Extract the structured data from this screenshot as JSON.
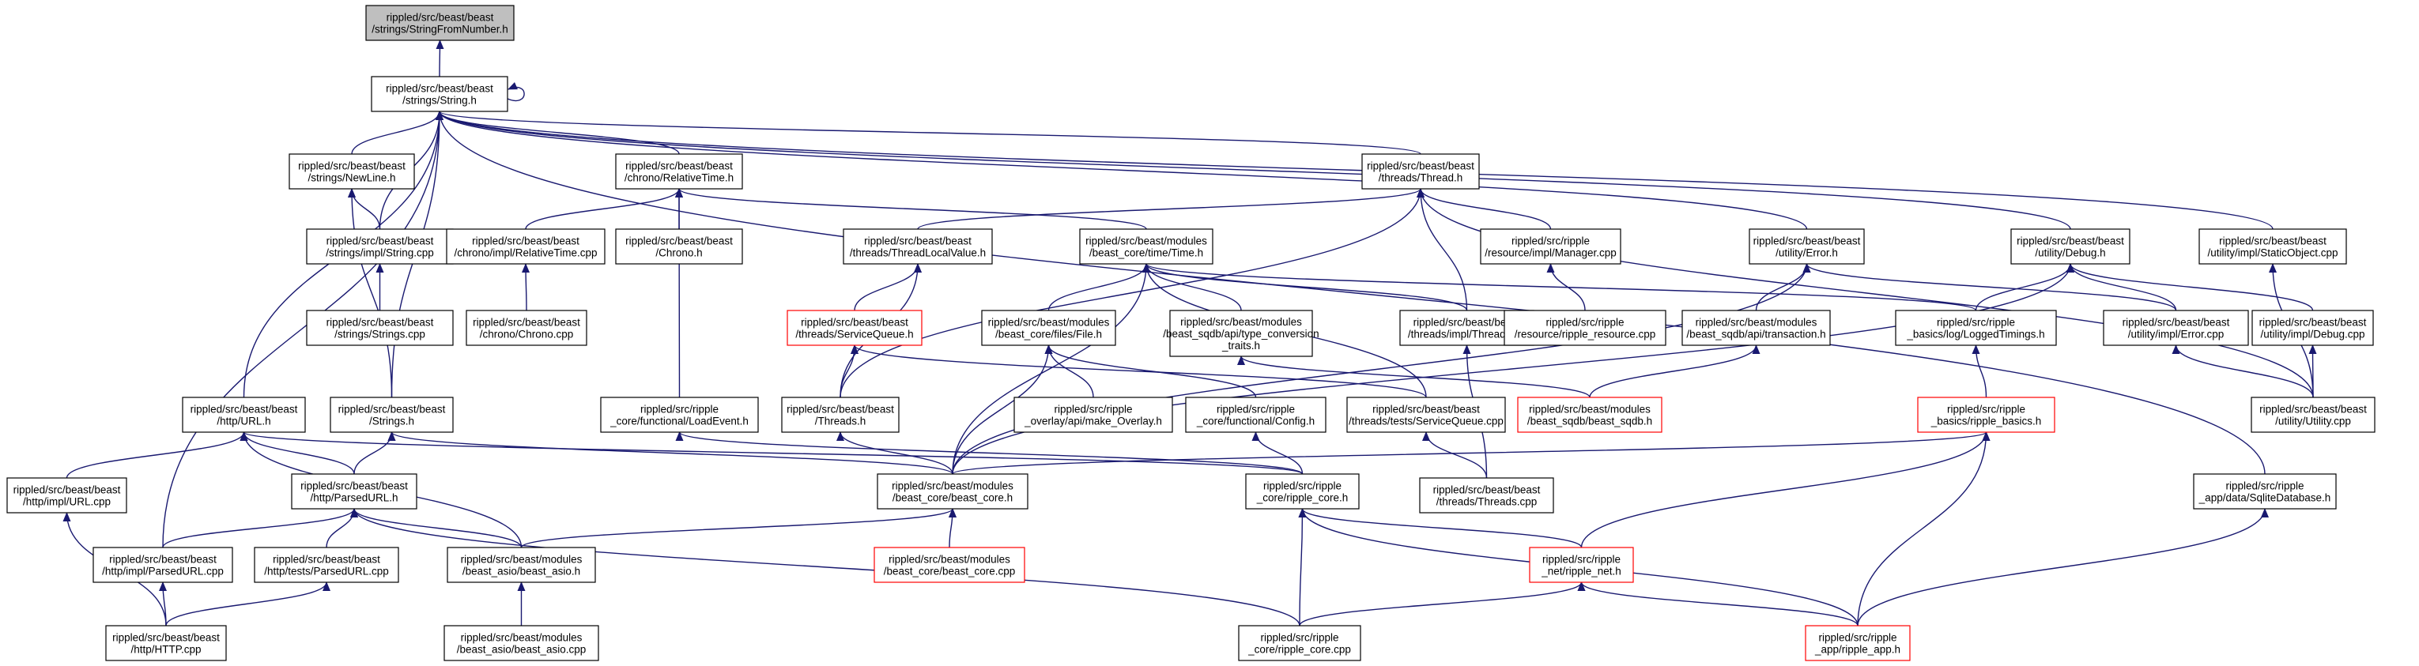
{
  "colors": {
    "edge": "#191970",
    "border": "#000000",
    "highlight_border": "#ff0000",
    "root_fill": "#bfbfbf",
    "background": "#ffffff"
  },
  "nodes": [
    {
      "id": "StringFromNumber",
      "lines": [
        "rippled/src/beast/beast",
        "/strings/StringFromNumber.h"
      ],
      "style": "root"
    },
    {
      "id": "String_h",
      "lines": [
        "rippled/src/beast/beast",
        "/strings/String.h"
      ]
    },
    {
      "id": "NewLine",
      "lines": [
        "rippled/src/beast/beast",
        "/strings/NewLine.h"
      ]
    },
    {
      "id": "RelativeTime",
      "lines": [
        "rippled/src/beast/beast",
        "/chrono/RelativeTime.h"
      ]
    },
    {
      "id": "Thread_h",
      "lines": [
        "rippled/src/beast/beast",
        "/threads/Thread.h"
      ]
    },
    {
      "id": "String_cpp",
      "lines": [
        "rippled/src/beast/beast",
        "/strings/impl/String.cpp"
      ]
    },
    {
      "id": "RelativeTime_cpp",
      "lines": [
        "rippled/src/beast/beast",
        "/chrono/impl/RelativeTime.cpp"
      ]
    },
    {
      "id": "Chrono_h",
      "lines": [
        "rippled/src/beast/beast",
        "/Chrono.h"
      ]
    },
    {
      "id": "ThreadLocalValue",
      "lines": [
        "rippled/src/beast/beast",
        "/threads/ThreadLocalValue.h"
      ]
    },
    {
      "id": "Time_h",
      "lines": [
        "rippled/src/beast/modules",
        "/beast_core/time/Time.h"
      ]
    },
    {
      "id": "Manager_cpp",
      "lines": [
        "rippled/src/ripple",
        "/resource/impl/Manager.cpp"
      ]
    },
    {
      "id": "Error_h",
      "lines": [
        "rippled/src/beast/beast",
        "/utility/Error.h"
      ]
    },
    {
      "id": "Debug_h",
      "lines": [
        "rippled/src/beast/beast",
        "/utility/Debug.h"
      ]
    },
    {
      "id": "StaticObject",
      "lines": [
        "rippled/src/beast/beast",
        "/utility/impl/StaticObject.cpp"
      ]
    },
    {
      "id": "Strings_cpp",
      "lines": [
        "rippled/src/beast/beast",
        "/strings/Strings.cpp"
      ]
    },
    {
      "id": "Chrono_cpp",
      "lines": [
        "rippled/src/beast/beast",
        "/chrono/Chrono.cpp"
      ]
    },
    {
      "id": "ServiceQueue_h",
      "lines": [
        "rippled/src/beast/beast",
        "/threads/ServiceQueue.h"
      ],
      "style": "red"
    },
    {
      "id": "File_h",
      "lines": [
        "rippled/src/beast/modules",
        "/beast_core/files/File.h"
      ]
    },
    {
      "id": "type_conversion",
      "lines": [
        "rippled/src/beast/modules",
        "/beast_sqdb/api/type_conversion",
        "_traits.h"
      ]
    },
    {
      "id": "Thread_cpp",
      "lines": [
        "rippled/src/beast/beast",
        "/threads/impl/Thread.cpp"
      ]
    },
    {
      "id": "ripple_resource",
      "lines": [
        "rippled/src/ripple",
        "/resource/ripple_resource.cpp"
      ]
    },
    {
      "id": "transaction",
      "lines": [
        "rippled/src/beast/modules",
        "/beast_sqdb/api/transaction.h"
      ]
    },
    {
      "id": "LoggedTimings",
      "lines": [
        "rippled/src/ripple",
        "_basics/log/LoggedTimings.h"
      ]
    },
    {
      "id": "Error_cpp",
      "lines": [
        "rippled/src/beast/beast",
        "/utility/impl/Error.cpp"
      ]
    },
    {
      "id": "Debug_cpp",
      "lines": [
        "rippled/src/beast/beast",
        "/utility/impl/Debug.cpp"
      ]
    },
    {
      "id": "URL_h",
      "lines": [
        "rippled/src/beast/beast",
        "/http/URL.h"
      ]
    },
    {
      "id": "Strings_h",
      "lines": [
        "rippled/src/beast/beast",
        "/Strings.h"
      ]
    },
    {
      "id": "LoadEvent",
      "lines": [
        "rippled/src/ripple",
        "_core/functional/LoadEvent.h"
      ]
    },
    {
      "id": "Threads_h",
      "lines": [
        "rippled/src/beast/beast",
        "/Threads.h"
      ]
    },
    {
      "id": "make_Overlay",
      "lines": [
        "rippled/src/ripple",
        "_overlay/api/make_Overlay.h"
      ]
    },
    {
      "id": "Config_h",
      "lines": [
        "rippled/src/ripple",
        "_core/functional/Config.h"
      ]
    },
    {
      "id": "ServiceQueue_cpp",
      "lines": [
        "rippled/src/beast/beast",
        "/threads/tests/ServiceQueue.cpp"
      ]
    },
    {
      "id": "beast_sqdb",
      "lines": [
        "rippled/src/beast/modules",
        "/beast_sqdb/beast_sqdb.h"
      ],
      "style": "red"
    },
    {
      "id": "ripple_basics",
      "lines": [
        "rippled/src/ripple",
        "_basics/ripple_basics.h"
      ],
      "style": "red"
    },
    {
      "id": "Utility_cpp",
      "lines": [
        "rippled/src/beast/beast",
        "/utility/Utility.cpp"
      ]
    },
    {
      "id": "URL_cpp",
      "lines": [
        "rippled/src/beast/beast",
        "/http/impl/URL.cpp"
      ]
    },
    {
      "id": "ParsedURL_h",
      "lines": [
        "rippled/src/beast/beast",
        "/http/ParsedURL.h"
      ]
    },
    {
      "id": "beast_core_h",
      "lines": [
        "rippled/src/beast/modules",
        "/beast_core/beast_core.h"
      ]
    },
    {
      "id": "ripple_core_h",
      "lines": [
        "rippled/src/ripple",
        "_core/ripple_core.h"
      ]
    },
    {
      "id": "Threads_cpp",
      "lines": [
        "rippled/src/beast/beast",
        "/threads/Threads.cpp"
      ]
    },
    {
      "id": "SqliteDatabase",
      "lines": [
        "rippled/src/ripple",
        "_app/data/SqliteDatabase.h"
      ]
    },
    {
      "id": "ParsedURL_cpp_impl",
      "lines": [
        "rippled/src/beast/beast",
        "/http/impl/ParsedURL.cpp"
      ]
    },
    {
      "id": "ParsedURL_cpp_tests",
      "lines": [
        "rippled/src/beast/beast",
        "/http/tests/ParsedURL.cpp"
      ]
    },
    {
      "id": "beast_asio_h",
      "lines": [
        "rippled/src/beast/modules",
        "/beast_asio/beast_asio.h"
      ]
    },
    {
      "id": "beast_core_cpp",
      "lines": [
        "rippled/src/beast/modules",
        "/beast_core/beast_core.cpp"
      ],
      "style": "red"
    },
    {
      "id": "ripple_net",
      "lines": [
        "rippled/src/ripple",
        "_net/ripple_net.h"
      ],
      "style": "red"
    },
    {
      "id": "HTTP_cpp",
      "lines": [
        "rippled/src/beast/beast",
        "/http/HTTP.cpp"
      ]
    },
    {
      "id": "beast_asio_cpp",
      "lines": [
        "rippled/src/beast/modules",
        "/beast_asio/beast_asio.cpp"
      ]
    },
    {
      "id": "ripple_core_cpp",
      "lines": [
        "rippled/src/ripple",
        "_core/ripple_core.cpp"
      ]
    },
    {
      "id": "ripple_app",
      "lines": [
        "rippled/src/ripple",
        "_app/ripple_app.h"
      ],
      "style": "red"
    }
  ],
  "edges": [
    [
      "String_h",
      "StringFromNumber"
    ],
    [
      "NewLine",
      "String_h"
    ],
    [
      "RelativeTime",
      "String_h"
    ],
    [
      "Thread_h",
      "String_h"
    ],
    [
      "String_cpp",
      "String_h"
    ],
    [
      "Error_h",
      "String_h"
    ],
    [
      "Debug_h",
      "String_h"
    ],
    [
      "StaticObject",
      "String_h"
    ],
    [
      "URL_h",
      "String_h"
    ],
    [
      "Strings_h",
      "String_h"
    ],
    [
      "ParsedURL_cpp_impl",
      "String_h"
    ],
    [
      "SqliteDatabase",
      "String_h"
    ],
    [
      "String_h",
      "String_h"
    ],
    [
      "String_cpp",
      "NewLine"
    ],
    [
      "Strings_h",
      "NewLine"
    ],
    [
      "RelativeTime_cpp",
      "RelativeTime"
    ],
    [
      "Chrono_h",
      "RelativeTime"
    ],
    [
      "Time_h",
      "RelativeTime"
    ],
    [
      "LoadEvent",
      "RelativeTime"
    ],
    [
      "Strings_cpp",
      "String_cpp"
    ],
    [
      "Chrono_cpp",
      "RelativeTime_cpp"
    ],
    [
      "ThreadLocalValue",
      "Thread_h"
    ],
    [
      "Manager_cpp",
      "Thread_h"
    ],
    [
      "Thread_cpp",
      "Thread_h"
    ],
    [
      "Threads_h",
      "Thread_h"
    ],
    [
      "Utility_cpp",
      "Thread_h"
    ],
    [
      "ServiceQueue_h",
      "ThreadLocalValue"
    ],
    [
      "Threads_h",
      "ThreadLocalValue"
    ],
    [
      "File_h",
      "Time_h"
    ],
    [
      "type_conversion",
      "Time_h"
    ],
    [
      "Thread_cpp",
      "Time_h"
    ],
    [
      "LoggedTimings",
      "Time_h"
    ],
    [
      "beast_core_h",
      "Time_h"
    ],
    [
      "ServiceQueue_cpp",
      "Time_h"
    ],
    [
      "ripple_resource",
      "Manager_cpp"
    ],
    [
      "transaction",
      "Error_h"
    ],
    [
      "Error_cpp",
      "Error_h"
    ],
    [
      "beast_core_h",
      "Error_h"
    ],
    [
      "LoggedTimings",
      "Debug_h"
    ],
    [
      "Error_cpp",
      "Debug_h"
    ],
    [
      "Debug_cpp",
      "Debug_h"
    ],
    [
      "beast_core_h",
      "Debug_h"
    ],
    [
      "Utility_cpp",
      "StaticObject"
    ],
    [
      "Threads_h",
      "ServiceQueue_h"
    ],
    [
      "ServiceQueue_cpp",
      "ServiceQueue_h"
    ],
    [
      "beast_core_h",
      "File_h"
    ],
    [
      "make_Overlay",
      "File_h"
    ],
    [
      "Config_h",
      "File_h"
    ],
    [
      "beast_sqdb",
      "type_conversion"
    ],
    [
      "Threads_cpp",
      "Thread_cpp"
    ],
    [
      "beast_sqdb",
      "transaction"
    ],
    [
      "ripple_basics",
      "LoggedTimings"
    ],
    [
      "Utility_cpp",
      "Error_cpp"
    ],
    [
      "Utility_cpp",
      "Debug_cpp"
    ],
    [
      "URL_cpp",
      "URL_h"
    ],
    [
      "ParsedURL_h",
      "URL_h"
    ],
    [
      "beast_asio_h",
      "URL_h"
    ],
    [
      "ripple_core_h",
      "URL_h"
    ],
    [
      "ParsedURL_h",
      "Strings_h"
    ],
    [
      "beast_core_h",
      "Strings_h"
    ],
    [
      "ripple_core_h",
      "LoadEvent"
    ],
    [
      "beast_core_h",
      "Threads_h"
    ],
    [
      "ripple_core_h",
      "Config_h"
    ],
    [
      "Threads_cpp",
      "ServiceQueue_cpp"
    ],
    [
      "beast_core_h",
      "ripple_basics"
    ],
    [
      "ripple_net",
      "ripple_basics"
    ],
    [
      "ripple_app",
      "ripple_basics"
    ],
    [
      "HTTP_cpp",
      "URL_cpp"
    ],
    [
      "ParsedURL_cpp_impl",
      "ParsedURL_h"
    ],
    [
      "ParsedURL_cpp_tests",
      "ParsedURL_h"
    ],
    [
      "beast_asio_h",
      "ParsedURL_h"
    ],
    [
      "ripple_core_cpp",
      "ParsedURL_h"
    ],
    [
      "beast_core_cpp",
      "beast_core_h"
    ],
    [
      "beast_asio_h",
      "beast_core_h"
    ],
    [
      "ripple_core_cpp",
      "ripple_core_h"
    ],
    [
      "ripple_net",
      "ripple_core_h"
    ],
    [
      "ripple_app",
      "ripple_core_h"
    ],
    [
      "ripple_app",
      "SqliteDatabase"
    ],
    [
      "HTTP_cpp",
      "ParsedURL_cpp_impl"
    ],
    [
      "HTTP_cpp",
      "ParsedURL_cpp_tests"
    ],
    [
      "beast_asio_cpp",
      "beast_asio_h"
    ],
    [
      "ripple_core_cpp",
      "ripple_net"
    ],
    [
      "ripple_app",
      "ripple_net"
    ]
  ]
}
